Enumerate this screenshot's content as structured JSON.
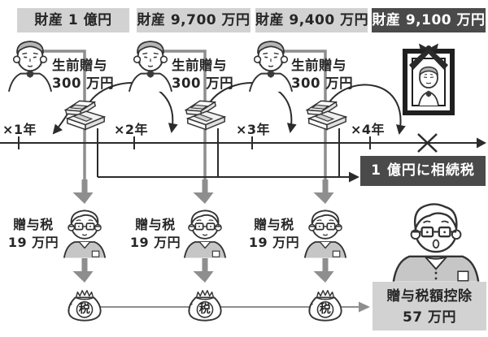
{
  "asset_boxes": [
    {
      "label": "財産 1 億円",
      "highlighted": false
    },
    {
      "label": "財産 9,700 万円",
      "highlighted": false
    },
    {
      "label": "財産 9,400 万円",
      "highlighted": false
    },
    {
      "label": "財産 9,100 万円",
      "highlighted": true
    }
  ],
  "donors": [
    {
      "gift_line1": "生前贈与",
      "gift_line2": "300 万円"
    },
    {
      "gift_line1": "生前贈与",
      "gift_line2": "300 万円"
    },
    {
      "gift_line1": "生前贈与",
      "gift_line2": "300 万円"
    }
  ],
  "timeline": {
    "year_labels": [
      "×1年",
      "×2年",
      "×3年",
      "×4年"
    ],
    "death_mark": "×"
  },
  "inheritance_tax_box": {
    "label": "1 億円に相続税"
  },
  "recipients": [
    {
      "tax_line1": "贈与税",
      "tax_line2": "19 万円"
    },
    {
      "tax_line1": "贈与税",
      "tax_line2": "19 万円"
    },
    {
      "tax_line1": "贈与税",
      "tax_line2": "19 万円"
    }
  ],
  "tax_bags": [
    {
      "label": "税"
    },
    {
      "label": "税"
    },
    {
      "label": "税"
    }
  ],
  "gift_tax_credit_box": {
    "line1": "贈与税額控除",
    "line2": "57 万円"
  },
  "colors": {
    "box_light": "#d2d2d2",
    "box_dark": "#4a4a4a",
    "arrow_gray": "#8e8e8e",
    "line_black": "#2b2b2b"
  }
}
